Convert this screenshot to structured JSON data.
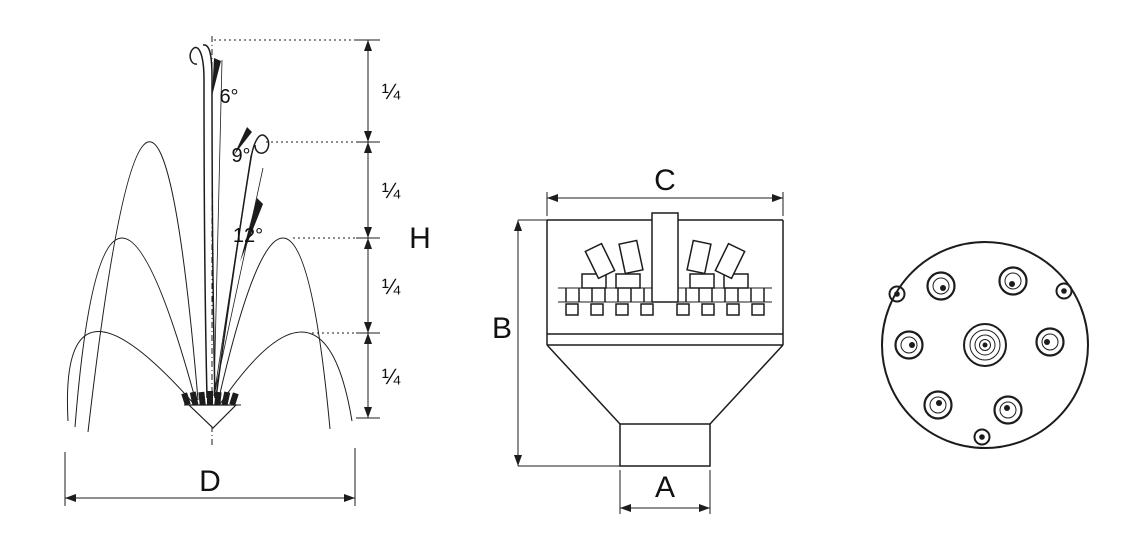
{
  "spray_view": {
    "angle_labels": [
      "6°",
      "9°",
      "12°"
    ],
    "quarter_labels": [
      "¼",
      "¼",
      "¼",
      "¼"
    ],
    "height_label": "H",
    "spread_label": "D"
  },
  "side_view": {
    "top_width_label": "C",
    "body_height_label": "B",
    "inlet_width_label": "A"
  }
}
